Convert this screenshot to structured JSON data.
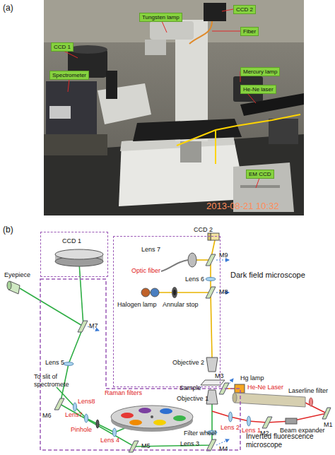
{
  "diagram": {
    "nodes": [
      {
        "text": [
          "CCD 2"
        ]
      },
      {
        "text": [
          "Tungsten lamp"
        ]
      },
      {
        "text": [
          "Fiber"
        ]
      },
      {
        "text": [
          "CCD 1"
        ]
      },
      {
        "text": [
          "Mercury lamp"
        ]
      },
      {
        "text": [
          "Spectrometer"
        ]
      },
      {
        "text": [
          "He-Ne laser"
        ]
      },
      {
        "text": [
          "EM CCD"
        ]
      },
      {
        "text": [
          "CCD 1"
        ]
      },
      {
        "text": [
          "Dark field microscope"
        ]
      },
      {
        "text": [
          "Inverted fluorescence microscope"
        ]
      }
    ],
    "labels": [
      "(a)",
      "2013-08-21 10:32",
      "(b)",
      "CCD 2",
      "Lens 7",
      "M9",
      "Optic fiber",
      "Lens 6",
      "Halogen lamp",
      "Annular stop",
      "M8",
      "Eyepiece",
      "M7",
      "Lens 5",
      "Objective 2",
      "Sample",
      "M3",
      "Hg lamp",
      "He-Ne Laser",
      "To slit of spectromete",
      "Objective 1",
      "Raman filters",
      "Lens8",
      "Laserline filter",
      "M1",
      "Lens7",
      "M6",
      "Lens 2",
      "Pinhole",
      "Lens 4",
      "Filter wheel",
      "Lens 1",
      "M2",
      "Beam expander",
      "Lens 3",
      "M5",
      "M4"
    ]
  }
}
